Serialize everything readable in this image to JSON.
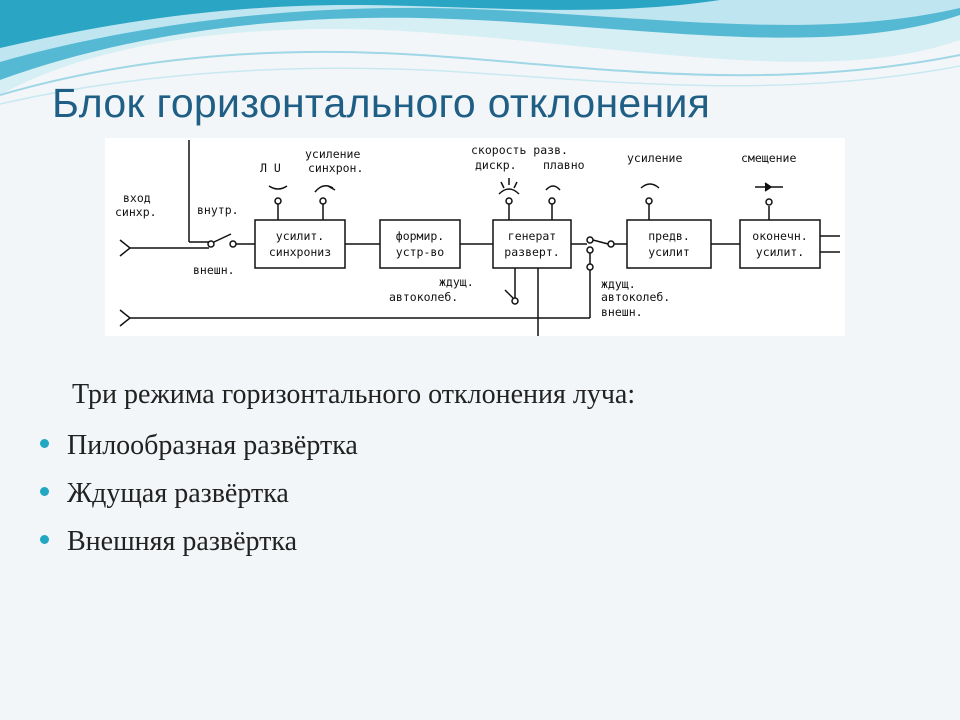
{
  "slide": {
    "title": "Блок горизонтального отклонения",
    "intro": "Три режима горизонтального отклонения луча:",
    "bullets": [
      "Пилообразная развёртка",
      "Ждущая развёртка",
      "Внешняя развёртка"
    ],
    "colors": {
      "title": "#1f5f86",
      "bullet": "#21a6c4",
      "wave_dark": "#2aa5c4",
      "wave_light": "#bfe6f0"
    }
  },
  "diagram": {
    "blocks": [
      {
        "line1": "усилит.",
        "line2": "синхрониз"
      },
      {
        "line1": "формир.",
        "line2": "устр-во"
      },
      {
        "line1": "генерат",
        "line2": "разверт."
      },
      {
        "line1": "предв.",
        "line2": "усилит"
      },
      {
        "line1": "оконечн.",
        "line2": "усилит."
      }
    ],
    "labels": {
      "input_l1": "вход",
      "input_l2": "синхр.",
      "internal": "внутр.",
      "external": "внешн.",
      "pulse_symbols": "Л U",
      "sync_gain_l1": "усиление",
      "sync_gain_l2": "синхрон.",
      "speed": "скорость разв.",
      "discrete": "дискр.",
      "smooth": "плавно",
      "gain": "усиление",
      "offset": "смещение",
      "wait_1": "ждущ.",
      "auto_1": "автоколеб.",
      "wait_2": "ждущ.",
      "auto_2": "автоколеб.",
      "ext_2": "внешн."
    }
  }
}
